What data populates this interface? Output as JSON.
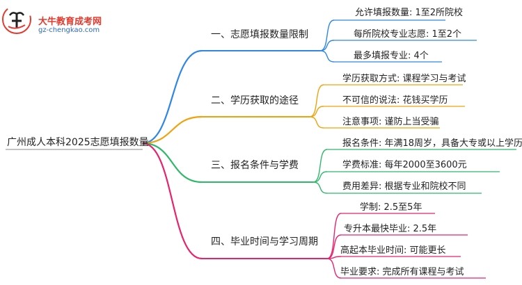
{
  "logo": {
    "name": "大牛教育成考网",
    "url": "gz-chengkao.com"
  },
  "root": "广州成人本科2025志愿填报数量",
  "branches": [
    {
      "label": "一、志愿填报数量限制",
      "color": "#2f86e8",
      "items": [
        "允许填报数量: 1至2所院校",
        "每所院校专业志愿: 1至2个",
        "最多填报专业: 4个"
      ]
    },
    {
      "label": "二、学历获取的途径",
      "color": "#f0a20a",
      "items": [
        "学历获取方式: 课程学习与考试",
        "不可信的说法: 花钱买学历",
        "注意事项: 谨防上当受骗"
      ]
    },
    {
      "label": "三、报名条件与学费",
      "color": "#2fb86a",
      "items": [
        "报名条件: 年满18周岁，具备大专或以上学历",
        "学费标准: 每年2000至3600元",
        "费用差异: 根据专业和院校不同"
      ]
    },
    {
      "label": "四、毕业时间与学习周期",
      "color": "#e8236e",
      "items": [
        "学制: 2.5至5年",
        "专升本最快毕业: 2.5年",
        "高起本毕业时间: 可能更长",
        "毕业要求: 完成所有课程与考试"
      ]
    }
  ]
}
